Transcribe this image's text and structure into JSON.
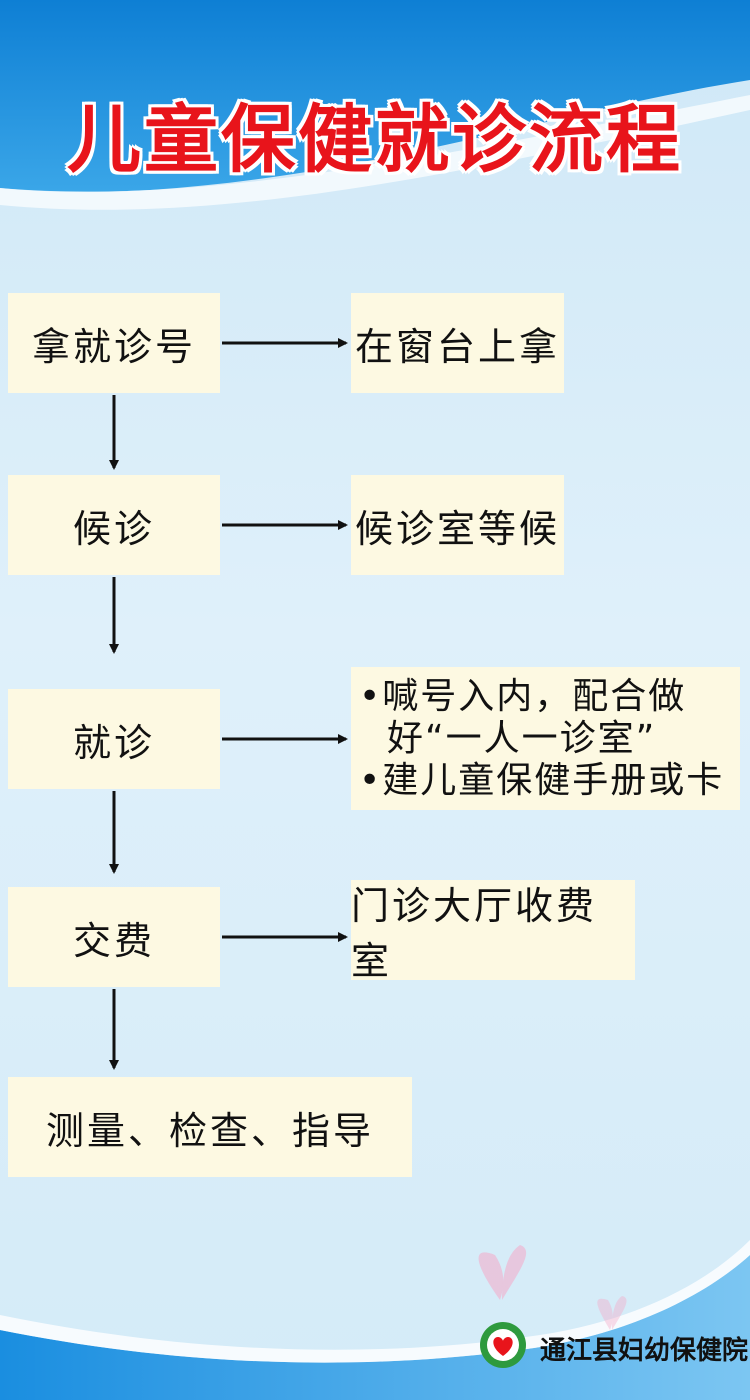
{
  "title": "儿童保健就诊流程",
  "steps": [
    {
      "label": "拿就诊号",
      "note": "在窗台上拿"
    },
    {
      "label": "候诊",
      "note": "候诊室等候"
    },
    {
      "label": "就诊",
      "note_lines": [
        "•喊号入内，配合做",
        "好“一人一诊室”",
        "•建儿童保健手册或卡"
      ]
    },
    {
      "label": "交费",
      "note": "门诊大厅收费室"
    },
    {
      "label": "测量、检查、指导"
    }
  ],
  "footer": {
    "org_name": "通江县妇幼保健院"
  },
  "colors": {
    "title": "#e8141b",
    "box": "#fdf9e2",
    "arrow": "#111111"
  }
}
